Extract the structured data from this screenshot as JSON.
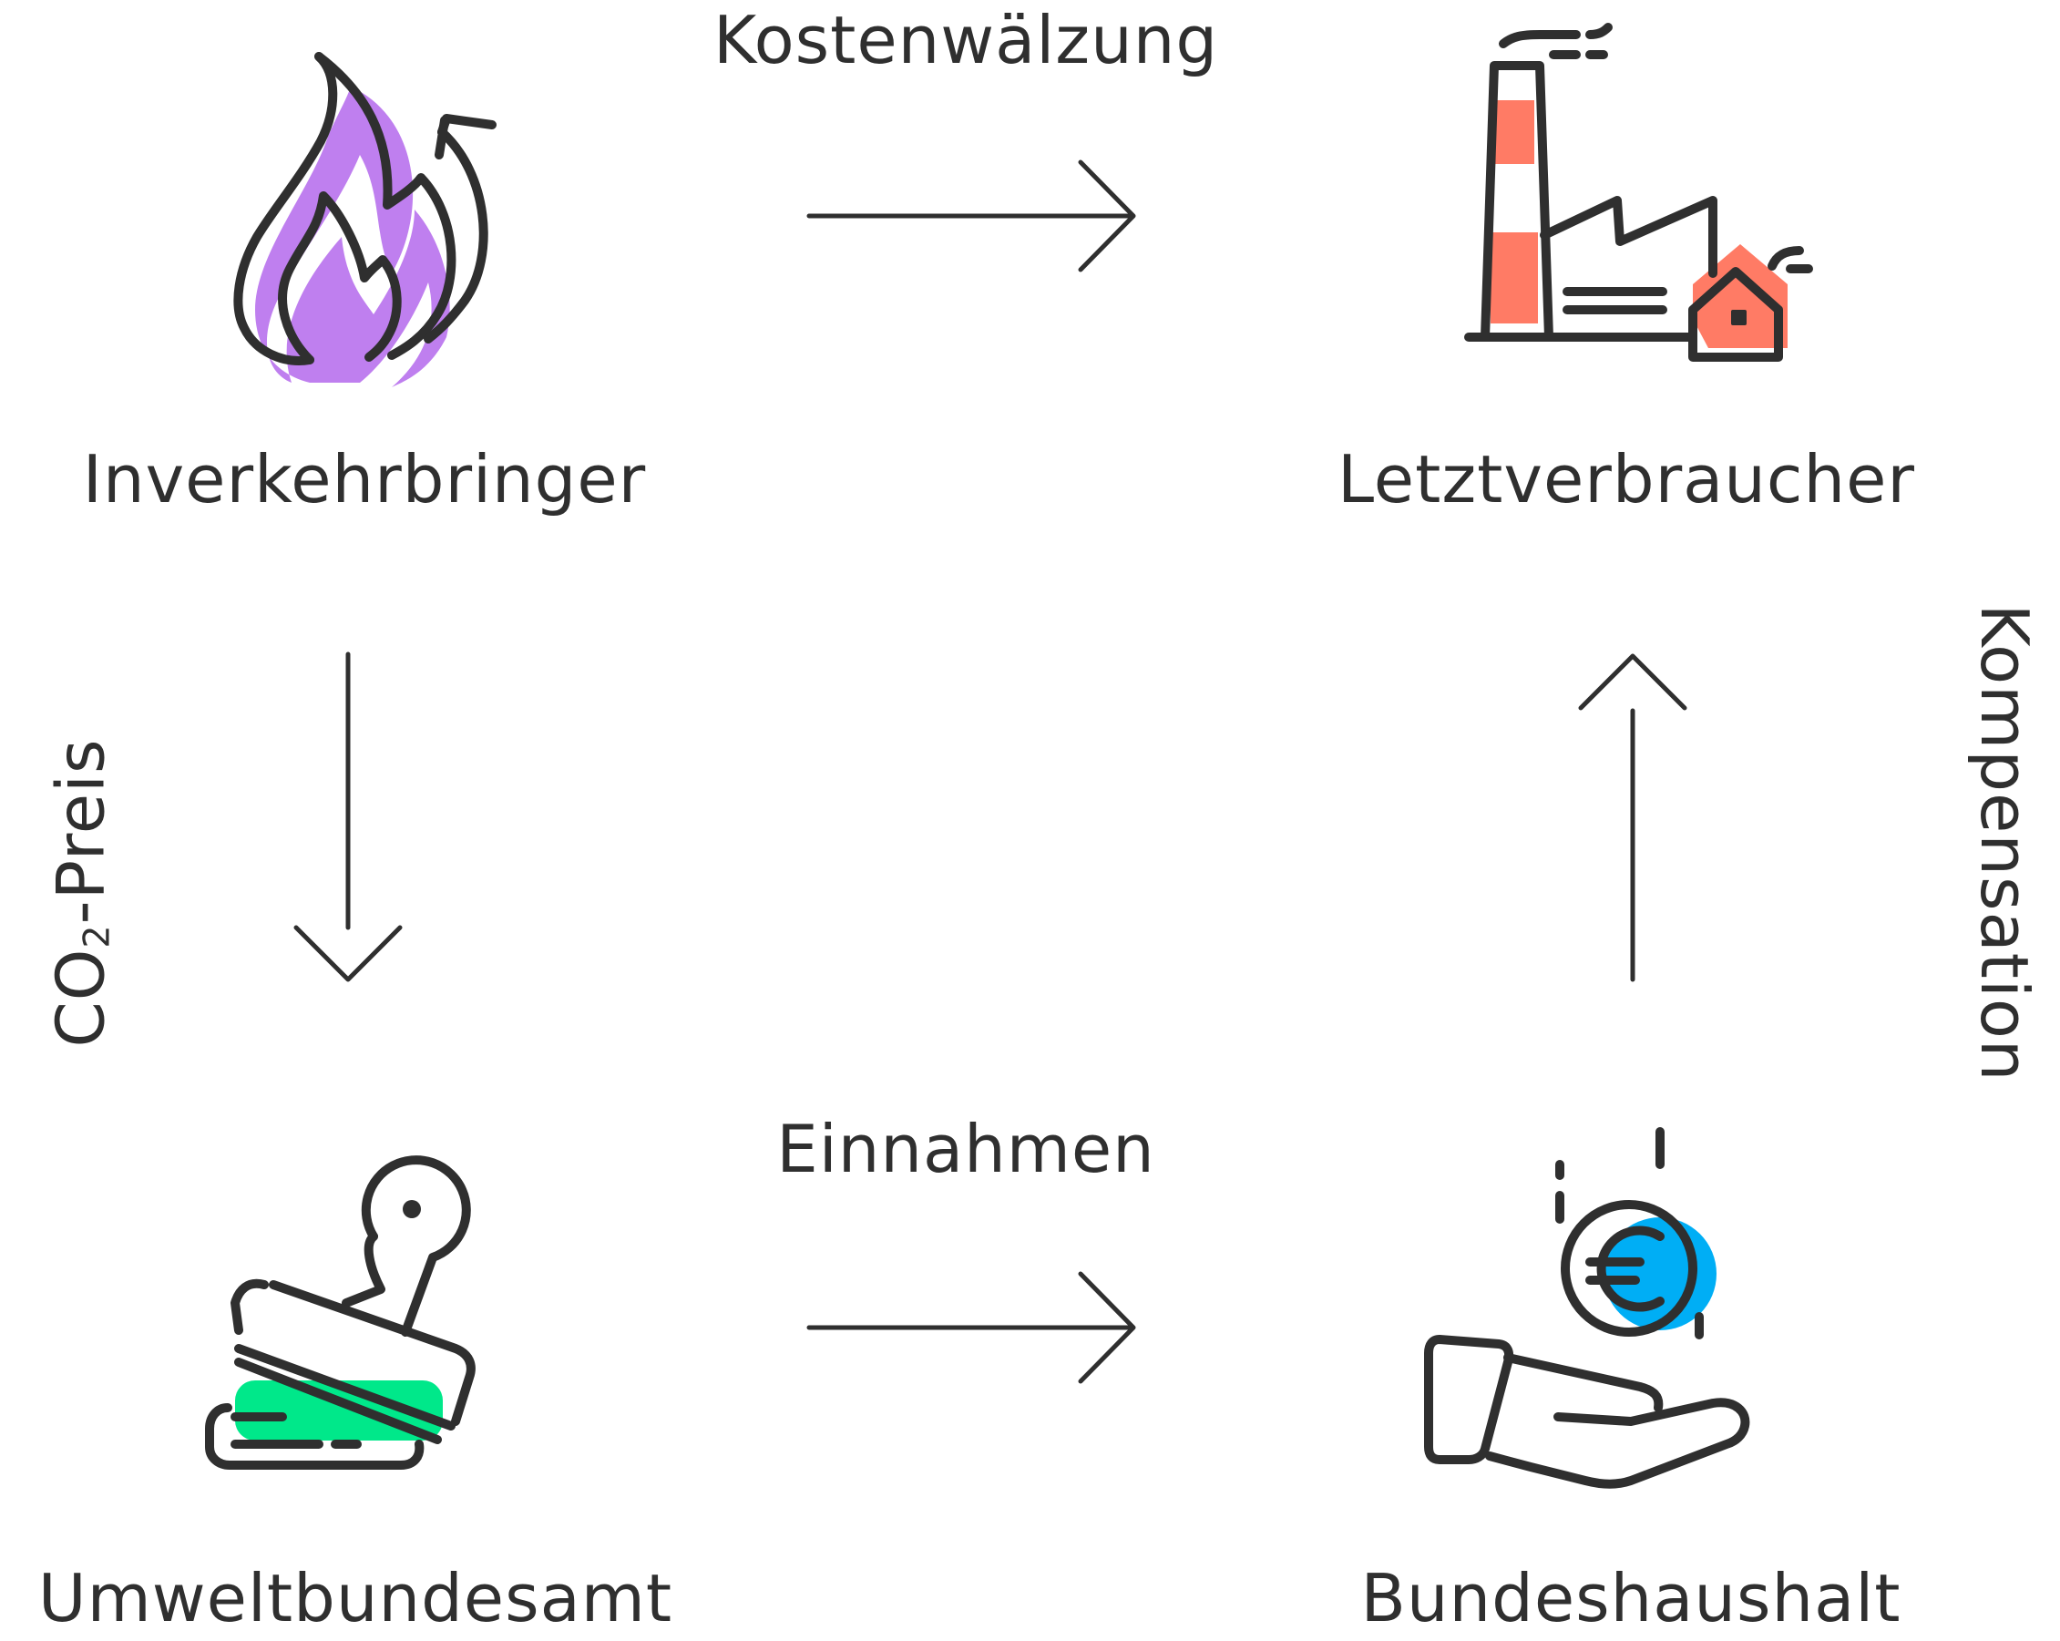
{
  "nodes": {
    "inverkehrbringer": {
      "label": "Inverkehrbringer",
      "icon": "flame-icon",
      "accent": "#bf7fef"
    },
    "letztverbraucher": {
      "label": "Letztverbraucher",
      "icon": "factory-house-icon",
      "accent": "#ff7b65"
    },
    "umweltbundesamt": {
      "label": "Umweltbundesamt",
      "icon": "stamp-icon",
      "accent": "#00e88a"
    },
    "bundeshaushalt": {
      "label": "Bundeshaushalt",
      "icon": "hand-euro-coin-icon",
      "accent": "#00aef5"
    }
  },
  "edges": {
    "kostenwaelzung": {
      "label": "Kostenwälzung"
    },
    "co2_preis": {
      "label_main": "CO",
      "label_sub": "2",
      "label_rest": "-Preis"
    },
    "einnahmen": {
      "label": "Einnahmen"
    },
    "kompensation": {
      "label": "Kompensation"
    }
  },
  "colors": {
    "stroke": "#2f2f2f",
    "background": "#ffffff"
  }
}
